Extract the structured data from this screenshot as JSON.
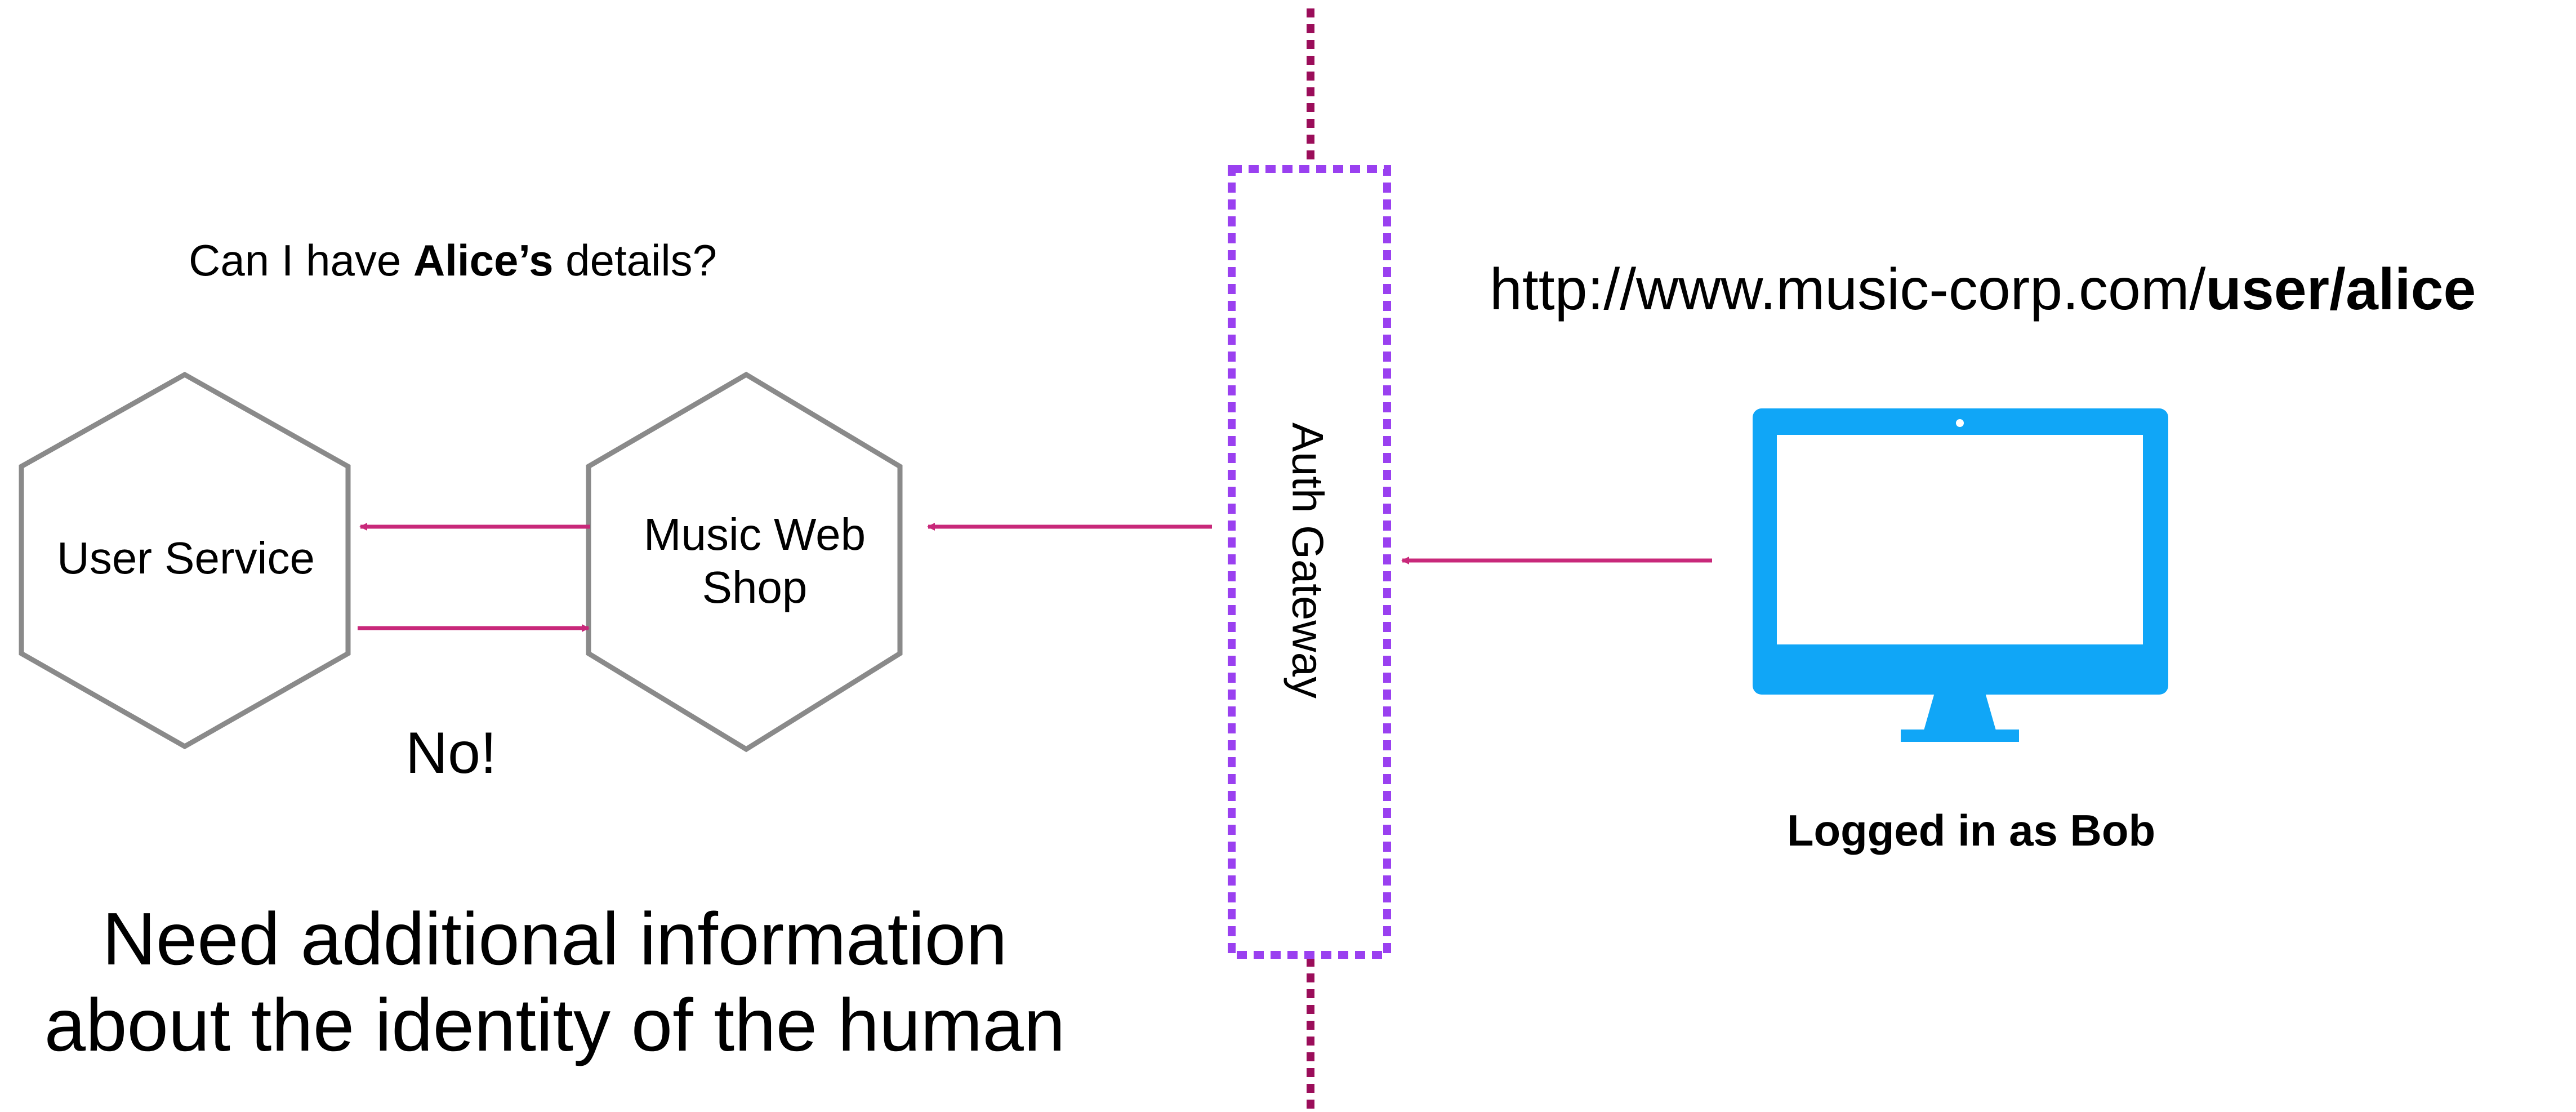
{
  "question": {
    "prefix": "Can I have ",
    "bold": "Alice’s",
    "suffix": " details?"
  },
  "url": {
    "prefix": "http://www.music-corp.com/",
    "bold": "user/alice"
  },
  "nodes": {
    "user_service": "User Service",
    "music_web_shop": "Music Web Shop",
    "auth_gateway": "Auth Gateway"
  },
  "response_text": "No!",
  "need_info": "Need additional information about the identity of the human",
  "logged_in_as": "Logged in as Bob",
  "colors": {
    "arrow": "#c8287a",
    "boundary": "#9b0d5a",
    "gateway_border": "#9a40f0",
    "hexagon_border": "#8a8a8a",
    "monitor": "#10a6f7"
  },
  "icons": {
    "client": "desktop-monitor-icon"
  }
}
